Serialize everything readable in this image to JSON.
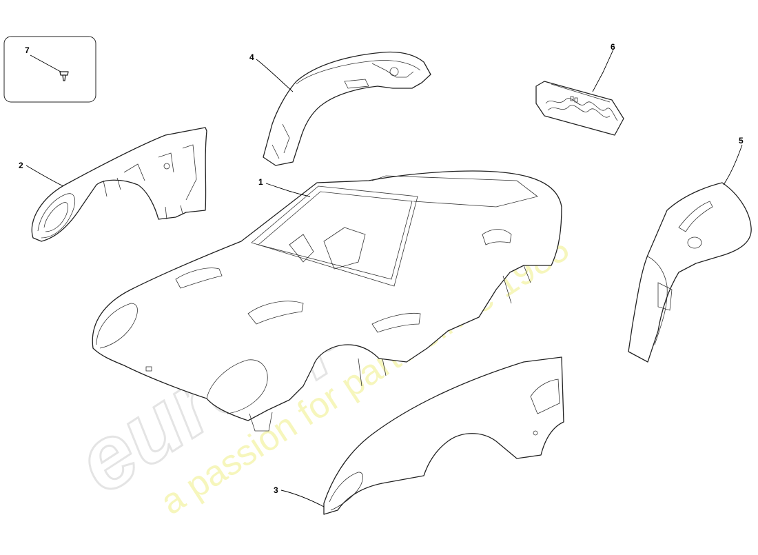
{
  "watermark": {
    "logo": "eurospares",
    "tagline": "a passion for parts since 1985",
    "tagline_color": "#f3f3a6"
  },
  "callouts": [
    {
      "id": "1",
      "label": "1"
    },
    {
      "id": "2",
      "label": "2"
    },
    {
      "id": "3",
      "label": "3"
    },
    {
      "id": "4",
      "label": "4"
    },
    {
      "id": "5",
      "label": "5"
    },
    {
      "id": "6",
      "label": "6"
    },
    {
      "id": "7",
      "label": "7"
    }
  ],
  "colors": {
    "line": "#222222",
    "background": "#ffffff"
  }
}
